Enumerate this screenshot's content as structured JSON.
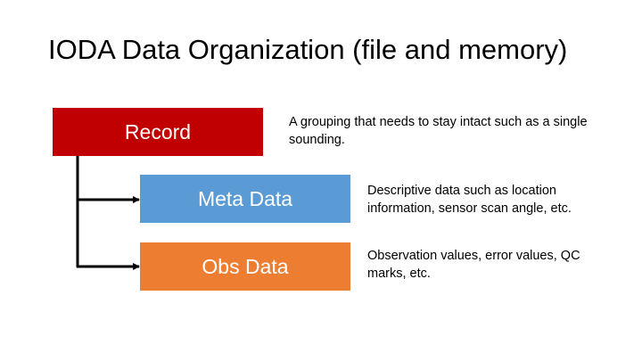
{
  "title": "IODA Data Organization (file and memory)",
  "colors": {
    "record": "#C00000",
    "meta": "#5B9BD5",
    "obs": "#ED7D31"
  },
  "nodes": [
    {
      "label": "Record",
      "description": "A grouping that needs to stay intact such as a single sounding."
    },
    {
      "label": "Meta Data",
      "description": "Descriptive data such as location information, sensor scan angle, etc."
    },
    {
      "label": "Obs Data",
      "description": "Observation values, error values, QC marks, etc."
    }
  ]
}
